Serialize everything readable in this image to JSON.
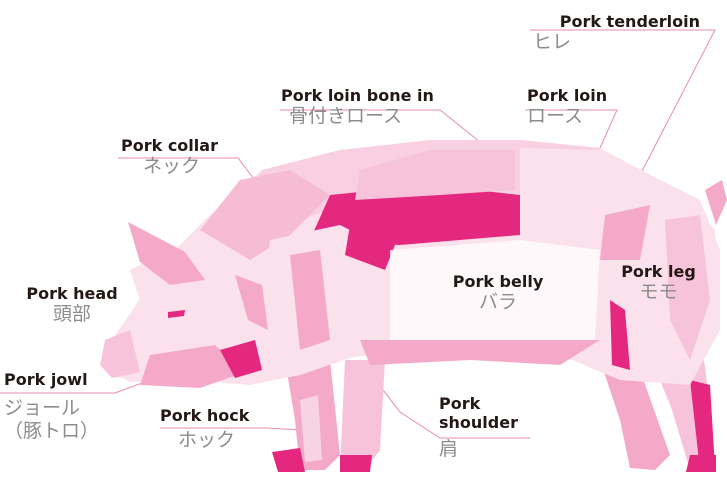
{
  "colors": {
    "body_light": "#fbe1ec",
    "body_mid": "#f4a9c8",
    "accent": "#e5287f",
    "leader_line": "#e88bb4",
    "english_text": "#231815",
    "japanese_text": "#8c8c8c"
  },
  "cuts": [
    {
      "id": "tenderloin",
      "en": "Pork tenderloin",
      "jp": "ヒレ"
    },
    {
      "id": "loin-bone-in",
      "en": "Pork loin bone in",
      "jp": "骨付きロース"
    },
    {
      "id": "loin",
      "en": "Pork loin",
      "jp": "ロース"
    },
    {
      "id": "collar",
      "en": "Pork collar",
      "jp": "ネック"
    },
    {
      "id": "head",
      "en": "Pork head",
      "jp": "頭部"
    },
    {
      "id": "belly",
      "en": "Pork belly",
      "jp": "バラ"
    },
    {
      "id": "leg",
      "en": "Pork leg",
      "jp": "モモ"
    },
    {
      "id": "jowl",
      "en": "Pork jowl",
      "jp": "ジョール",
      "jp2": "（豚トロ）"
    },
    {
      "id": "hock",
      "en": "Pork hock",
      "jp": "ホック"
    },
    {
      "id": "shoulder",
      "en": "Pork",
      "en2": "shoulder",
      "jp": "肩"
    }
  ]
}
